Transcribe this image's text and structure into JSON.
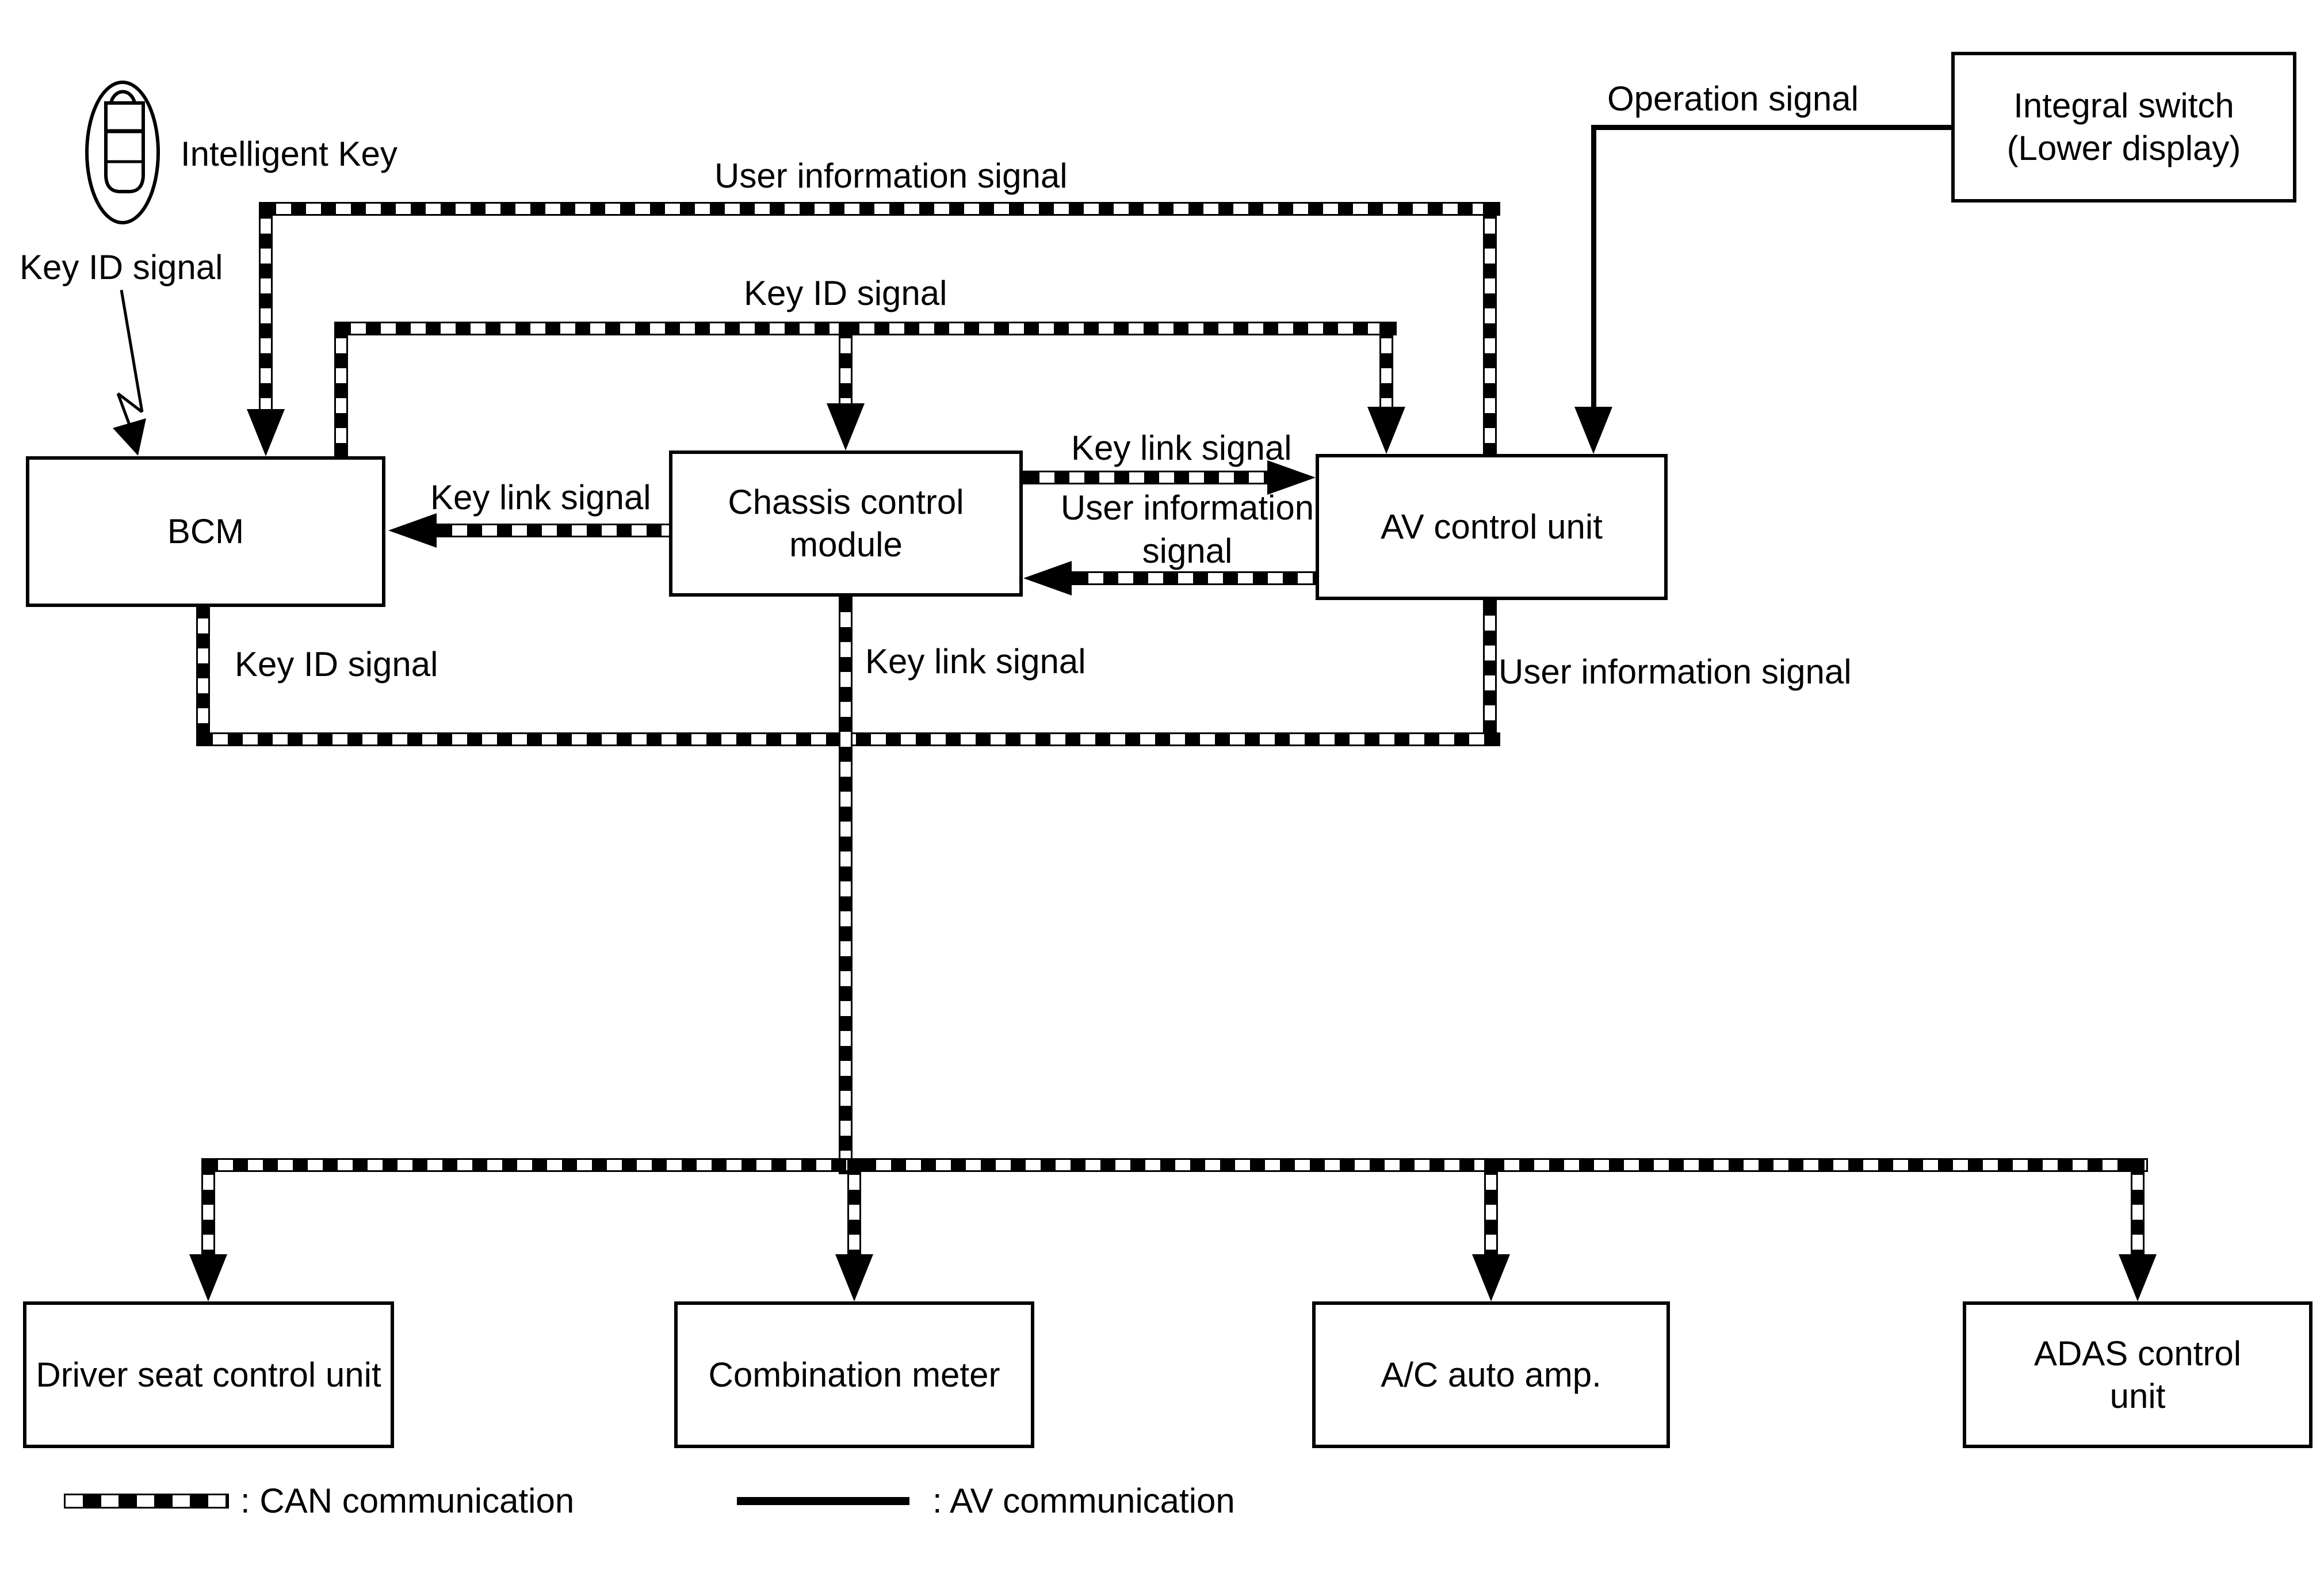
{
  "labels": {
    "intelligent_key": "Intelligent Key",
    "key_id_callout": "Key ID signal",
    "user_info_top": "User information signal",
    "key_id_top": "Key ID signal",
    "operation": "Operation signal",
    "key_link_bcm": "Key link signal",
    "key_link_av": "Key link signal",
    "user_info_mid_line1": "User information",
    "user_info_mid_line2": "signal",
    "key_id_bus": "Key ID signal",
    "key_link_bus": "Key link signal",
    "user_info_bus": "User information signal"
  },
  "boxes": {
    "bcm": {
      "label": "BCM"
    },
    "chassis": {
      "label_lines": [
        "Chassis control",
        "module"
      ]
    },
    "av": {
      "label": "AV control unit"
    },
    "integral_switch": {
      "label_lines": [
        "Integral switch",
        "(Lower display)"
      ]
    },
    "driver_seat": {
      "label": "Driver seat control unit"
    },
    "combination_meter": {
      "label": "Combination meter"
    },
    "ac_auto_amp": {
      "label": "A/C auto amp."
    },
    "adas": {
      "label_lines": [
        "ADAS control",
        "unit"
      ]
    }
  },
  "legend": {
    "can_label": ": CAN communication",
    "av_label": ": AV communication"
  },
  "colors": {
    "line": "#000000",
    "background": "#ffffff"
  }
}
